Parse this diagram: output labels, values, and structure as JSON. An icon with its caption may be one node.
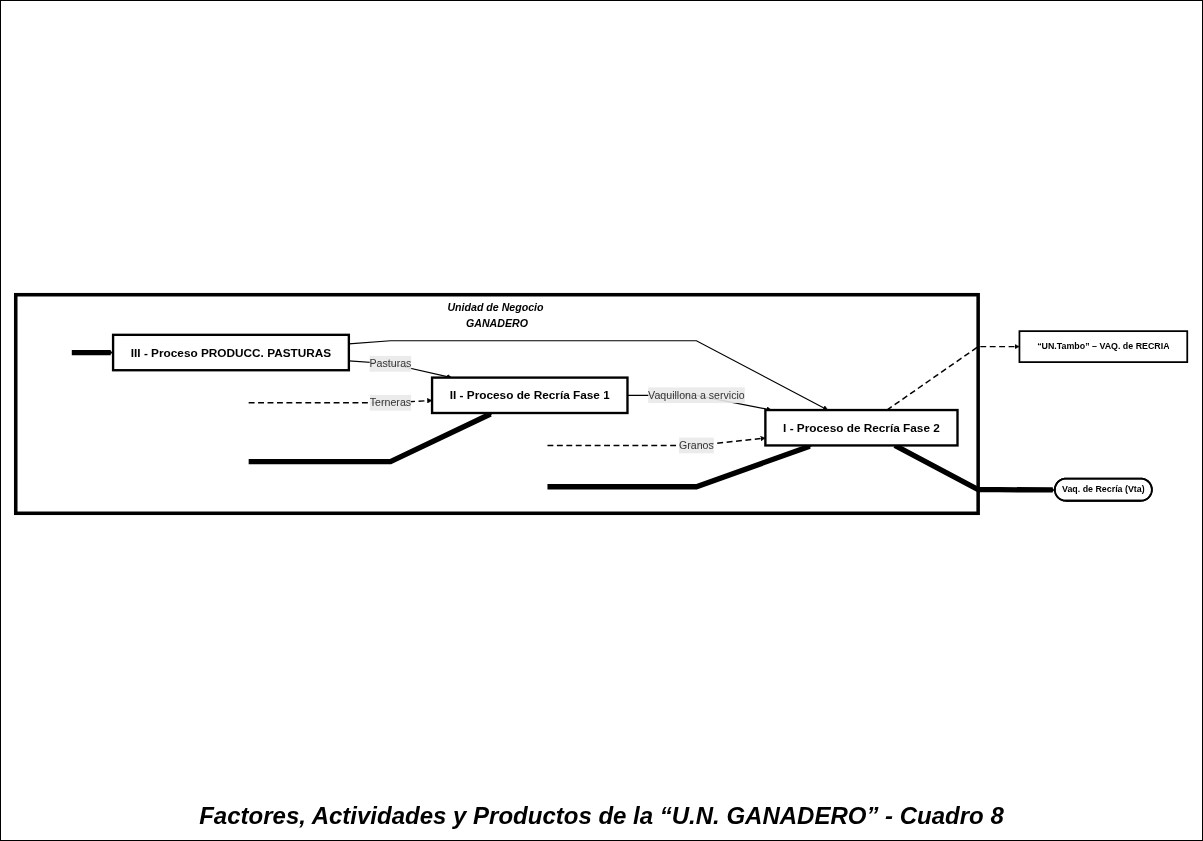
{
  "diagram": {
    "caption": "Factores, Actividades y Productos de la “U.N. GANADERO” - Cuadro 8",
    "nodes": [
      {
        "text": [
          "Unidad de Negocio GANADERO"
        ]
      },
      {
        "text": [
          "III - Proceso PRODUCC. PASTURAS"
        ],
        "in": 0
      },
      {
        "text": [
          "II - Proceso de Recría Fase 1"
        ],
        "in": 0
      },
      {
        "text": [
          "I - Proceso de Recría Fase 2"
        ],
        "in": 0
      },
      {
        "text": [
          "“UN.Tambo” – VAQ. de RECRIA"
        ]
      },
      {
        "text": [
          "Vaq. de Recría (Vta)"
        ]
      }
    ],
    "edges": [
      {
        "from": null,
        "to": 1,
        "arrow": "to",
        "style": "thick"
      },
      {
        "from": 1,
        "to": 2,
        "arrow": "to",
        "label": "Pasturas"
      },
      {
        "from": 1,
        "to": 3,
        "arrow": "to"
      },
      {
        "from": null,
        "to": 2,
        "arrow": "to",
        "label": "Terneras",
        "style": "dashed"
      },
      {
        "from": null,
        "to": 2,
        "arrow": "to",
        "style": "thick"
      },
      {
        "from": 2,
        "to": 3,
        "arrow": "to",
        "label": "Vaquillona a servicio"
      },
      {
        "from": null,
        "to": 3,
        "arrow": "to",
        "label": "Granos",
        "style": "dashed"
      },
      {
        "from": null,
        "to": 3,
        "arrow": "to",
        "style": "thick"
      },
      {
        "from": 3,
        "to": 4,
        "arrow": "to",
        "style": "dashed"
      },
      {
        "from": 3,
        "to": 5,
        "arrow": "to",
        "style": "thick"
      }
    ]
  }
}
